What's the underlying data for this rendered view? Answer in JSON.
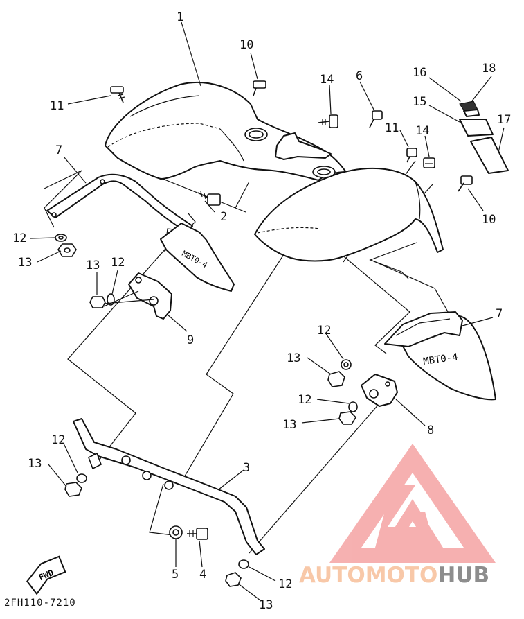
{
  "diagram": {
    "part_code": "2FH110-7210",
    "fwd_arrow": "FWD",
    "decal_text": "MBT0-4",
    "callouts": {
      "c1": "1",
      "c2": "2",
      "c3": "3",
      "c4": "4",
      "c5": "5",
      "c6": "6",
      "c7a": "7",
      "c7b": "7",
      "c8": "8",
      "c9": "9",
      "c10a": "10",
      "c10b": "10",
      "c11a": "11",
      "c11b": "11",
      "c12a": "12",
      "c12b": "12",
      "c12c": "12",
      "c12d": "12",
      "c12e": "12",
      "c12f": "12",
      "c13a": "13",
      "c13b": "13",
      "c13c": "13",
      "c13d": "13",
      "c13e": "13",
      "c13f": "13",
      "c14a": "14",
      "c14b": "14",
      "c15": "15",
      "c16": "16",
      "c17": "17",
      "c18": "18"
    }
  },
  "watermark": {
    "word_light": "AUTOMOTO",
    "word_dark": "HUB",
    "logo_color": "#f5a3a3",
    "light_color": "#f8c8a8",
    "dark_color": "#8d8d8d"
  }
}
